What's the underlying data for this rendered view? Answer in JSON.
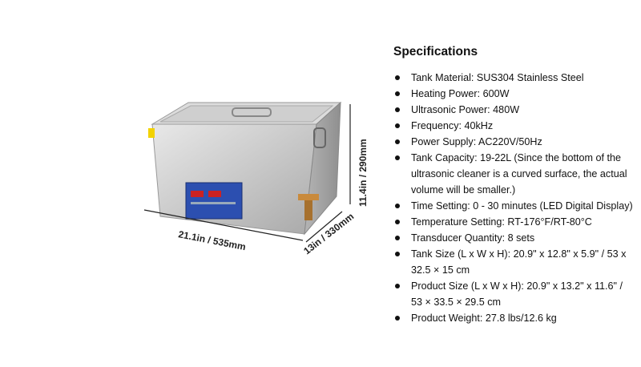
{
  "product_image": {
    "dimensions": {
      "length": "21.1in / 535mm",
      "width": "13in / 330mm",
      "height": "11.4in / 290mm"
    }
  },
  "specifications": {
    "title": "Specifications",
    "items": [
      "Tank Material: SUS304 Stainless Steel",
      "Heating Power: 600W",
      "Ultrasonic Power: 480W",
      "Frequency: 40kHz",
      "Power Supply: AC220V/50Hz",
      "Tank Capacity: 19-22L (Since the bottom of the ultrasonic cleaner is a curved surface, the actual volume will be smaller.)",
      "Time Setting: 0 - 30 minutes (LED Digital Display)",
      "Temperature Setting: RT-176°F/RT-80°C",
      "Transducer Quantity: 8 sets",
      "Tank Size (L x W x H): 20.9\" x 12.8\" x 5.9\" / 53 x 32.5 × 15 cm",
      "Product Size (L x W x H): 20.9\" x 13.2\" x 11.6\" / 53 × 33.5 × 29.5 cm",
      "Product Weight: 27.8 lbs/12.6 kg"
    ]
  }
}
